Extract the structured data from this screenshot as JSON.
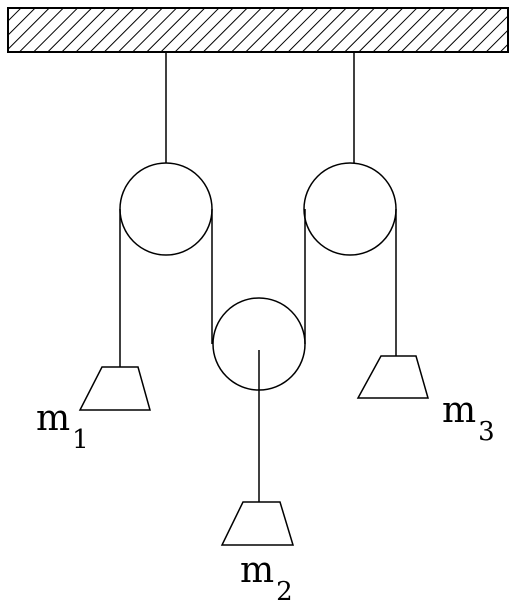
{
  "colors": {
    "ink": "#000000",
    "background": "#ffffff"
  },
  "ceiling": {
    "pattern": "diagonal-hatch"
  },
  "masses": {
    "m1": {
      "main": "m",
      "sub": "1"
    },
    "m2": {
      "main": "m",
      "sub": "2"
    },
    "m3": {
      "main": "m",
      "sub": "3"
    }
  }
}
